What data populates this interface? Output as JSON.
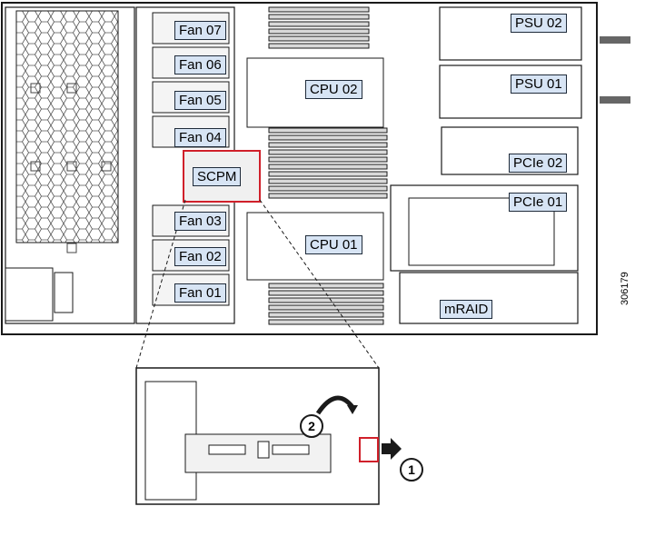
{
  "labels": {
    "fan07": "Fan 07",
    "fan06": "Fan 06",
    "fan05": "Fan 05",
    "fan04": "Fan 04",
    "scpm": "SCPM",
    "fan03": "Fan 03",
    "fan02": "Fan 02",
    "fan01": "Fan 01",
    "cpu02": "CPU 02",
    "cpu01": "CPU 01",
    "psu02": "PSU 02",
    "psu01": "PSU 01",
    "pcie02": "PCIe 02",
    "pcie01": "PCIe 01",
    "mraid": "mRAID"
  },
  "callouts": {
    "one": "1",
    "two": "2"
  },
  "figure_id": "306179",
  "colors": {
    "label_fill": "#d7e4f4",
    "highlight": "#d0202a",
    "line": "#1a1a1a"
  }
}
